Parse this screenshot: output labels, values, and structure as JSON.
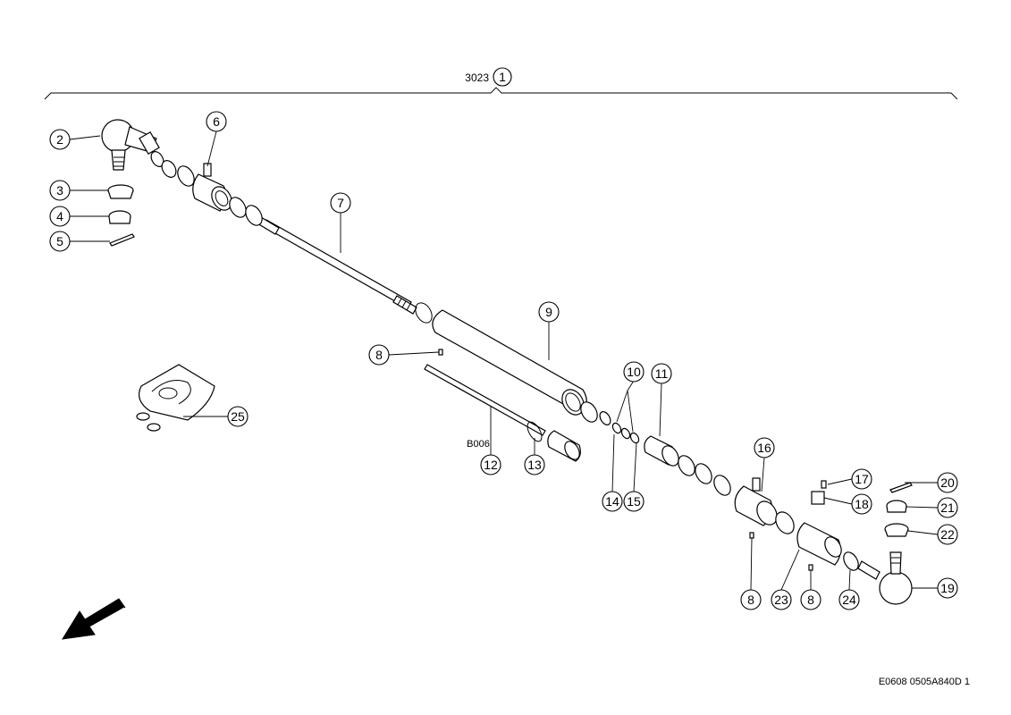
{
  "assembly": {
    "code": "3023",
    "number": "1"
  },
  "callouts": [
    {
      "id": "c2",
      "label": "2"
    },
    {
      "id": "c3",
      "label": "3"
    },
    {
      "id": "c4",
      "label": "4"
    },
    {
      "id": "c5",
      "label": "5"
    },
    {
      "id": "c6",
      "label": "6"
    },
    {
      "id": "c7",
      "label": "7"
    },
    {
      "id": "c8a",
      "label": "8"
    },
    {
      "id": "c9",
      "label": "9"
    },
    {
      "id": "c10",
      "label": "10"
    },
    {
      "id": "c11",
      "label": "11"
    },
    {
      "id": "c12",
      "label": "12"
    },
    {
      "id": "c13",
      "label": "13"
    },
    {
      "id": "c14",
      "label": "14"
    },
    {
      "id": "c15",
      "label": "15"
    },
    {
      "id": "c16",
      "label": "16"
    },
    {
      "id": "c17",
      "label": "17"
    },
    {
      "id": "c18",
      "label": "18"
    },
    {
      "id": "c19",
      "label": "19"
    },
    {
      "id": "c20",
      "label": "20"
    },
    {
      "id": "c21",
      "label": "21"
    },
    {
      "id": "c22",
      "label": "22"
    },
    {
      "id": "c8b",
      "label": "8"
    },
    {
      "id": "c23",
      "label": "23"
    },
    {
      "id": "c8c",
      "label": "8"
    },
    {
      "id": "c24",
      "label": "24"
    },
    {
      "id": "c25",
      "label": "25"
    }
  ],
  "part_12_code": "B006",
  "drawing_reference": "E0608 0505A840D 1",
  "icons": {
    "direction": "direction-arrow-icon"
  }
}
